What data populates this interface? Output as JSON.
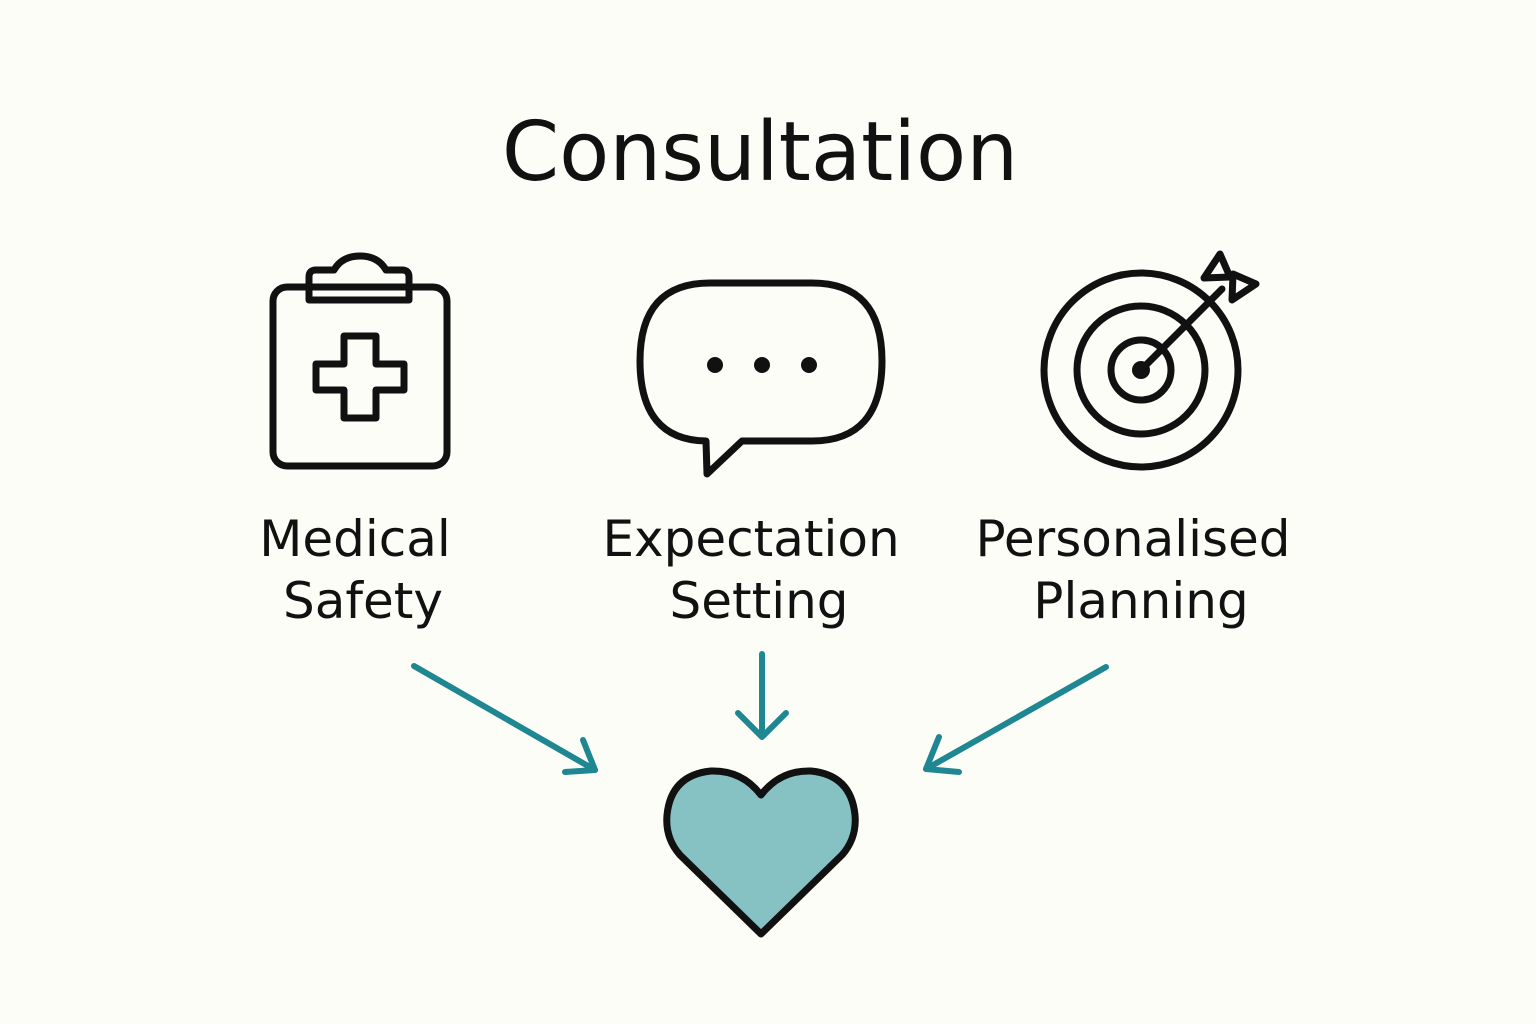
{
  "title": "Consultation",
  "items": [
    {
      "icon": "medical-clipboard-icon",
      "label_line1": "Medical",
      "label_line2": "Safety"
    },
    {
      "icon": "speech-bubble-icon",
      "label_line1": "Expectation",
      "label_line2": "Setting"
    },
    {
      "icon": "target-arrow-icon",
      "label_line1": "Personalised",
      "label_line2": "Planning"
    }
  ],
  "outcome": {
    "icon": "heart-icon"
  },
  "colors": {
    "background": "#fdfdf8",
    "ink": "#111111",
    "arrow": "#1e8791",
    "heart_fill": "#86c1c4"
  }
}
